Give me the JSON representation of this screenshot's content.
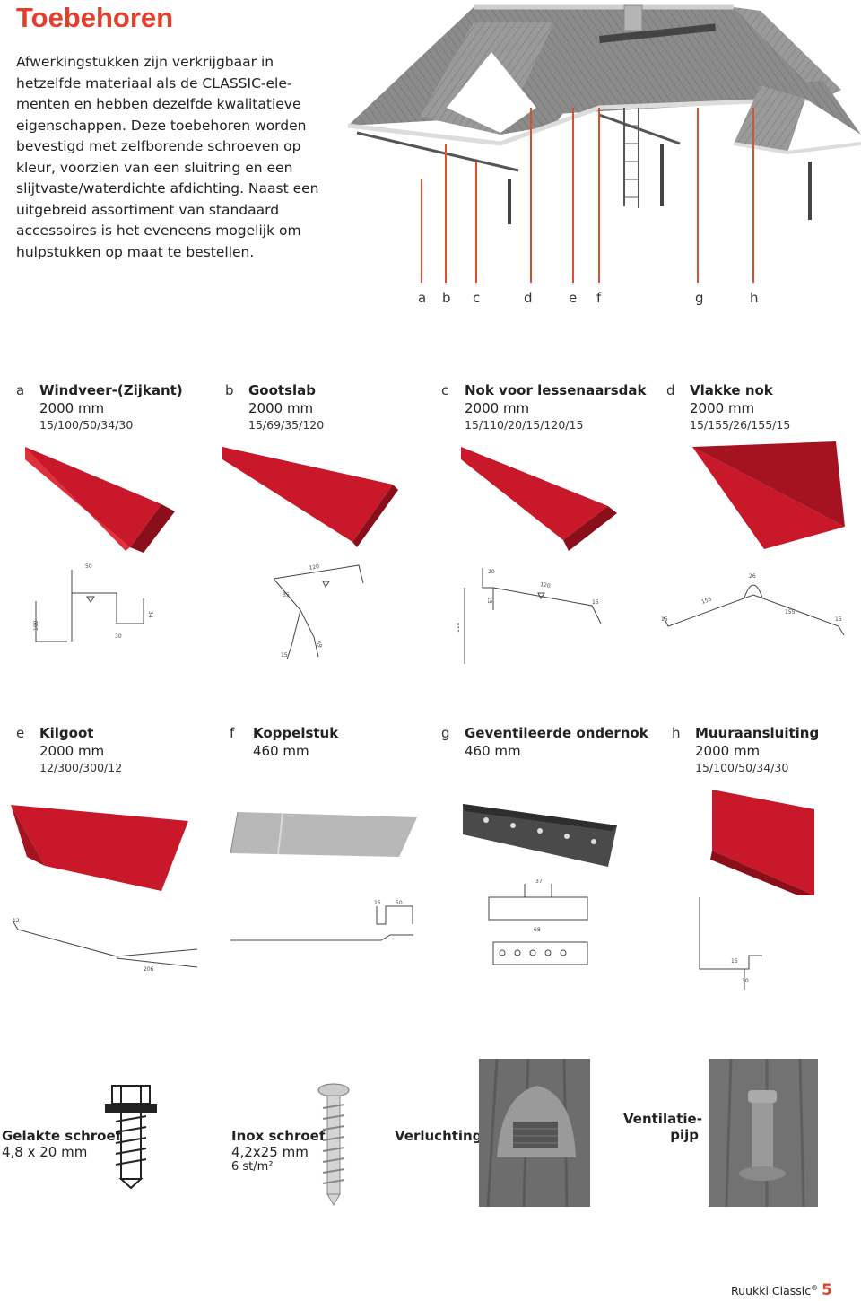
{
  "page": {
    "title": "Toebehoren",
    "intro": "Afwerkingstukken zijn verkrijgbaar in hetzelfde materiaal als de CLASSIC-ele-menten en hebben dezelfde kwalitatieve eigenschappen. Deze toebehoren worden bevestigd met zelfborende schroeven op kleur, voorzien van een sluitring en een slijtvaste/waterdichte afdichting. Naast een uitgebreid assortiment van standaard accessoires is het eveneens mogelijk om hulpstukken op maat te bestellen."
  },
  "roof_letters": [
    "a",
    "b",
    "c",
    "d",
    "e",
    "f",
    "g",
    "h"
  ],
  "products_row1": [
    {
      "letter": "a",
      "name": "Windveer-(Zijkant)",
      "length": "2000 mm",
      "dims": "15/100/50/34/30"
    },
    {
      "letter": "b",
      "name": "Gootslab",
      "length": "2000 mm",
      "dims": "15/69/35/120"
    },
    {
      "letter": "c",
      "name": "Nok voor lessenaarsdak",
      "length": "2000 mm",
      "dims": "15/110/20/15/120/15"
    },
    {
      "letter": "d",
      "name": "Vlakke nok",
      "length": "2000 mm",
      "dims": "15/155/26/155/15"
    }
  ],
  "products_row2": [
    {
      "letter": "e",
      "name": "Kilgoot",
      "length": "2000 mm",
      "dims": "12/300/300/12"
    },
    {
      "letter": "f",
      "name": "Koppelstuk",
      "length": "460 mm",
      "dims": ""
    },
    {
      "letter": "g",
      "name": "Geventileerde ondernok",
      "length": "460 mm",
      "dims": ""
    },
    {
      "letter": "h",
      "name": "Muuraansluiting",
      "length": "2000 mm",
      "dims": "15/100/50/34/30"
    }
  ],
  "drawing_labels": {
    "a": [
      "50",
      "100",
      "34",
      "30"
    ],
    "b": [
      "120",
      "35",
      "69",
      "15"
    ],
    "c": [
      "20",
      "120",
      "110",
      "15",
      "15"
    ],
    "d": [
      "26",
      "155",
      "155",
      "15",
      "15"
    ],
    "e": [
      "12",
      "206"
    ],
    "f": [
      "15",
      "50"
    ],
    "g": [
      "37",
      "68"
    ],
    "h": [
      "15",
      "30"
    ]
  },
  "fasteners": [
    {
      "name": "Gelakte schroef",
      "size": "4,8 x 20 mm",
      "qty": ""
    },
    {
      "name": "Inox schroef",
      "size": "4,2x25 mm",
      "qty": "6 st/m²"
    },
    {
      "name": "Verluchting",
      "size": "",
      "qty": ""
    },
    {
      "name": "Ventilatie-",
      "name2": "pijp",
      "size": "",
      "qty": ""
    }
  ],
  "footer": {
    "brand": "Ruukki Classic",
    "reg": "®",
    "page": "5"
  },
  "colors": {
    "accent": "#e2402c",
    "product_red": "#c8182a",
    "roof_grey": "#8c8c8c"
  }
}
